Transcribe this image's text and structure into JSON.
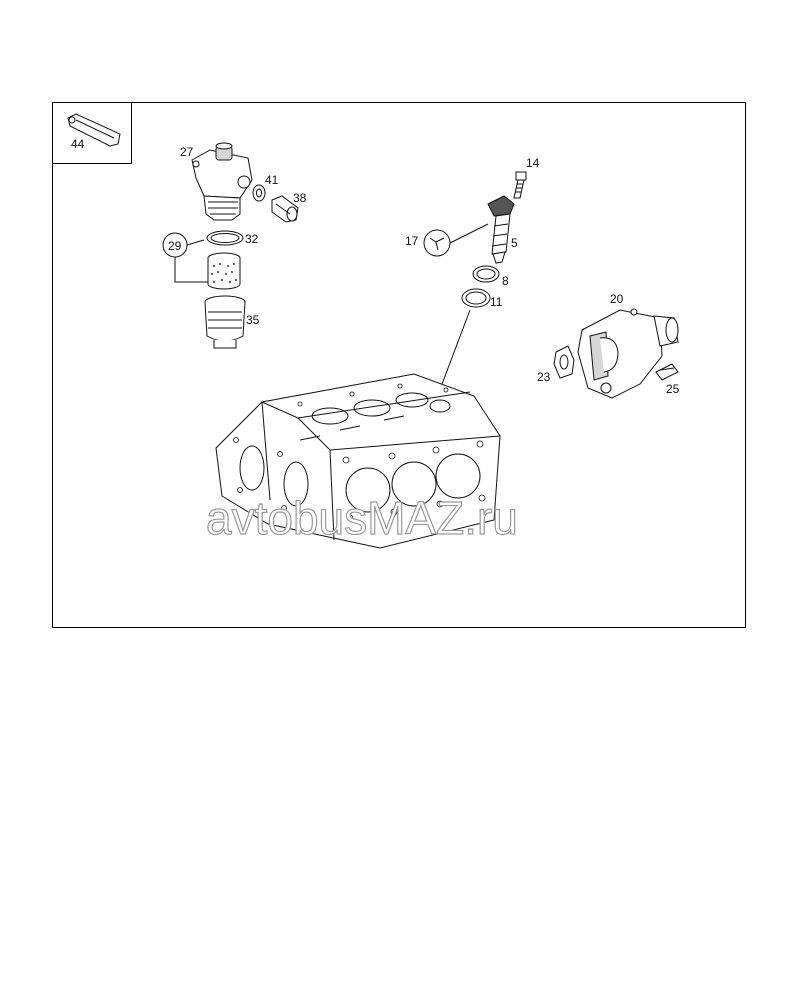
{
  "parts": {
    "p44": "44",
    "p27": "27",
    "p41": "41",
    "p38": "38",
    "p29": "29",
    "p32": "32",
    "p35": "35",
    "p14": "14",
    "p17": "17",
    "p5": "5",
    "p8": "8",
    "p11": "11",
    "p20": "20",
    "p23": "23",
    "p25": "25"
  },
  "watermark": "avtobusMAZ.ru"
}
